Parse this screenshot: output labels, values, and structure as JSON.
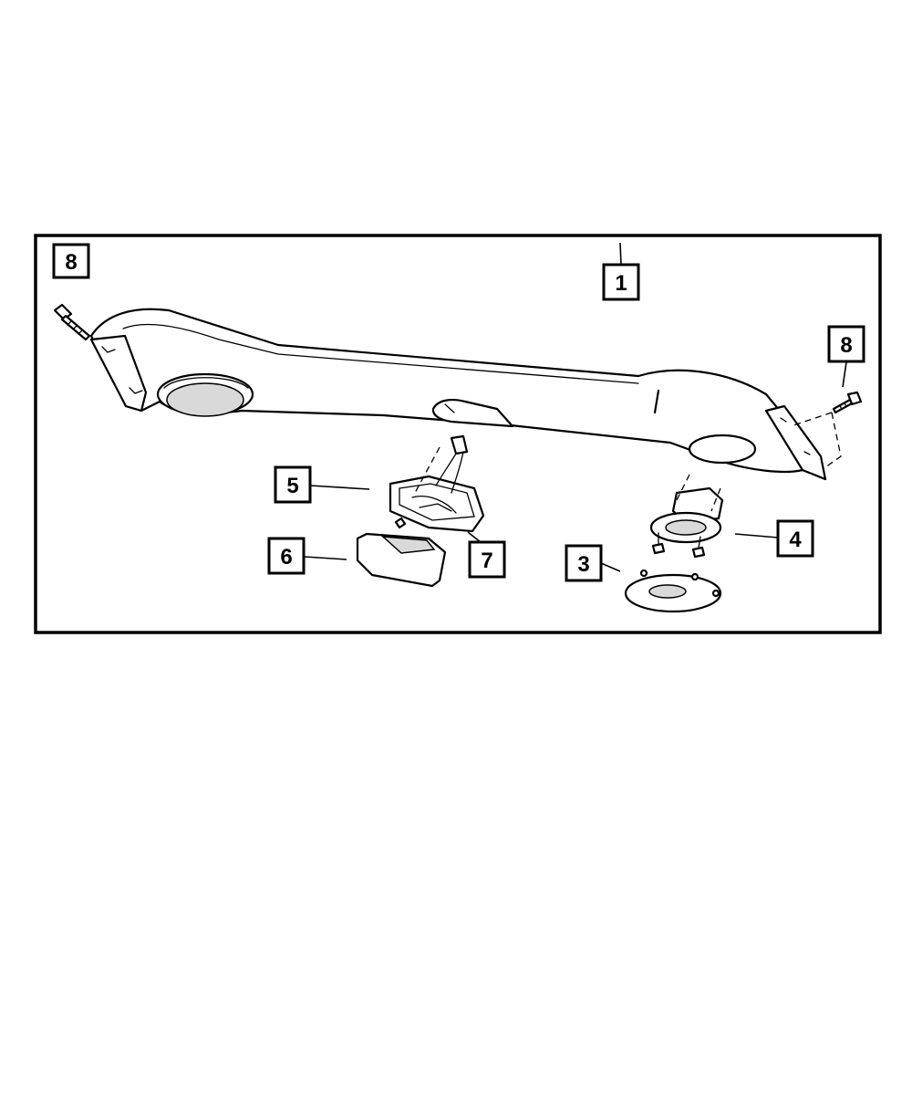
{
  "callouts": [
    {
      "id": "callout-8-left",
      "label": "8"
    },
    {
      "id": "callout-1",
      "label": "1"
    },
    {
      "id": "callout-8-right",
      "label": "8"
    },
    {
      "id": "callout-5",
      "label": "5"
    },
    {
      "id": "callout-6",
      "label": "6"
    },
    {
      "id": "callout-7",
      "label": "7"
    },
    {
      "id": "callout-3",
      "label": "3"
    },
    {
      "id": "callout-4",
      "label": "4"
    }
  ]
}
